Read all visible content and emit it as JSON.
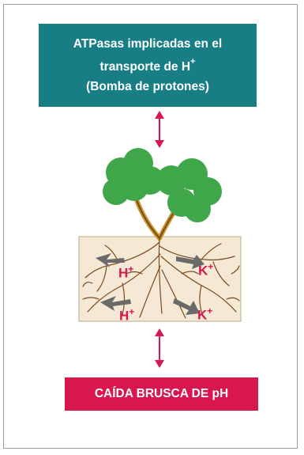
{
  "top_box": {
    "line1": "ATPasas implicadas en el",
    "line2_prefix": "transporte de H",
    "line2_sup": "+",
    "line3": "(Bomba de protones)"
  },
  "bottom_box": {
    "label": "CAÍDA BRUSCA DE pH"
  },
  "ions": [
    {
      "symbol": "H",
      "charge": "+"
    },
    {
      "symbol": "K",
      "charge": "+"
    },
    {
      "symbol": "H",
      "charge": "+"
    },
    {
      "symbol": "K",
      "charge": "+"
    }
  ],
  "colors": {
    "top_box": "#177e86",
    "bottom_box": "#d8174e",
    "arrow": "#d8174e",
    "soil": "#f5e9d6",
    "leaf": "#3fa64a",
    "root": "#7a4a1e",
    "ion_text": "#d8174e",
    "flux_arrow": "#666666"
  }
}
